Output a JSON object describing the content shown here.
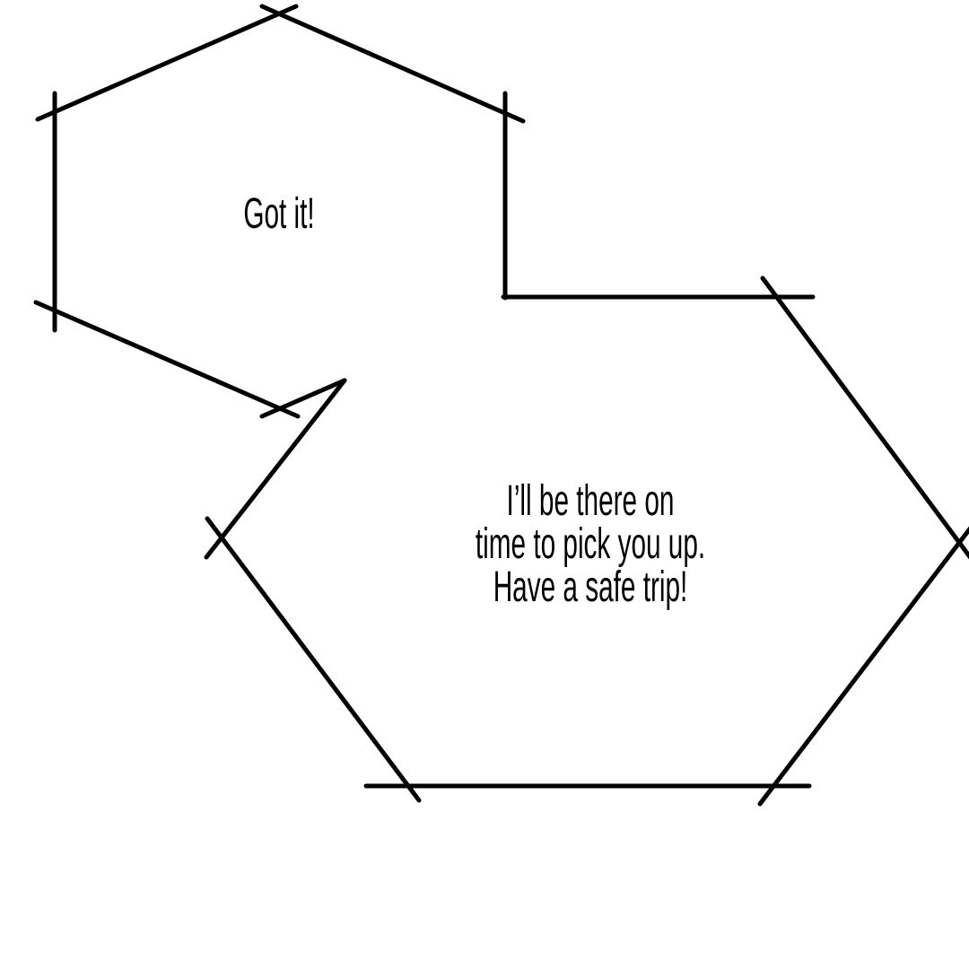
{
  "colors": {
    "stroke": "#000000",
    "background": "#ffffff"
  },
  "bubble_small": {
    "text": "Got it!"
  },
  "bubble_large": {
    "lines": [
      "I’ll be there on",
      "time to pick you up.",
      "Have a safe trip!"
    ]
  }
}
